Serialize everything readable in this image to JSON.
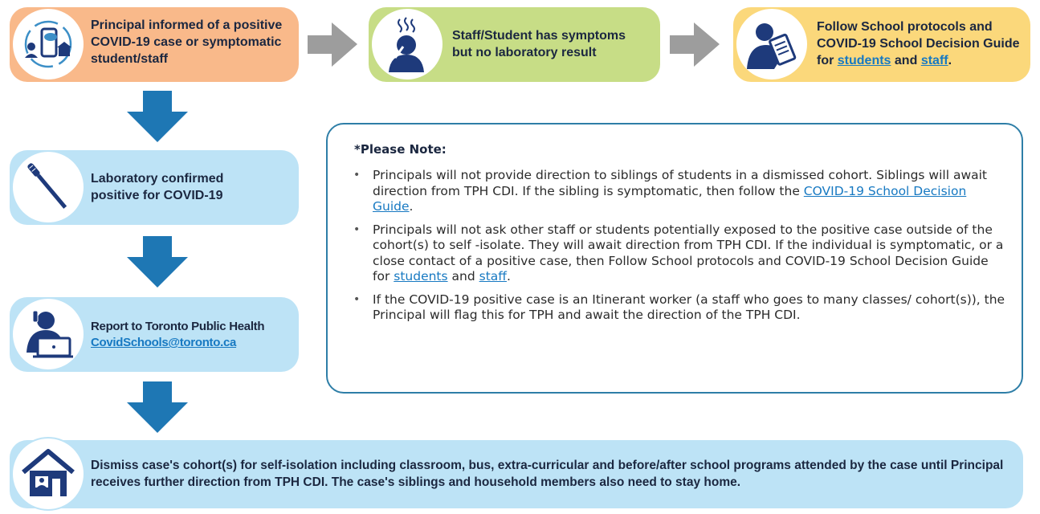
{
  "step1": {
    "text": "Principal informed of a positive COVID-19 case or symptomatic student/staff",
    "icon": "phone-notification-school-icon",
    "color": "#f9b98a"
  },
  "step2": {
    "text": "Staff/Student has symptoms but no laboratory result",
    "icon": "sick-person-icon",
    "color": "#c7dd86"
  },
  "step3": {
    "text_before": "Follow School protocols and COVID-19 School Decision Guide for",
    "link1": "students",
    "text_mid": "and",
    "link2": "staff",
    "text_after": ".",
    "icon": "person-clipboard-icon",
    "color": "#fbd87b"
  },
  "step4": {
    "text": "Laboratory confirmed positive for COVID-19",
    "icon": "swab-icon",
    "color": "#bde3f6"
  },
  "step5": {
    "text": "Report to Toronto Public Health",
    "email": "CovidSchools@toronto.ca",
    "icon": "person-laptop-phone-icon",
    "color": "#bde3f6"
  },
  "step6": {
    "text": "Dismiss case's cohort(s) for self-isolation including classroom, bus, extra-curricular and before/after school programs attended by the case until Principal receives further direction from TPH CDI. The case's siblings and household members also need to stay home.",
    "icon": "house-icon",
    "color": "#bde3f6"
  },
  "note": {
    "title": "*Please Note:",
    "bullets": [
      {
        "text": "Principals will not provide direction to siblings of students in a dismissed cohort. Siblings will await direction from TPH CDI. If the sibling is symptomatic, then follow the",
        "link": "COVID-19 School Decision Guide",
        "after": "."
      },
      {
        "text": "Principals will not ask other staff or students potentially exposed to the positive case outside of the cohort(s) to self -isolate. They will await direction from TPH CDI. If the individual is symptomatic, or a close contact of a positive case, then Follow School protocols and COVID-19 School Decision Guide for",
        "link": "students",
        "mid": "and",
        "link2": "staff",
        "after": "."
      },
      {
        "text": "If the COVID-19 positive case is an Itinerant worker (a staff who goes to many classes/ cohort(s)), the Principal will flag this for TPH and await the direction of the TPH CDI."
      }
    ],
    "border_color": "#2e7ea7"
  },
  "colors": {
    "arrow_gray": "#9d9d9d",
    "arrow_blue": "#1e77b4",
    "icon_navy": "#1e3a7b",
    "link_blue": "#1779c2"
  }
}
